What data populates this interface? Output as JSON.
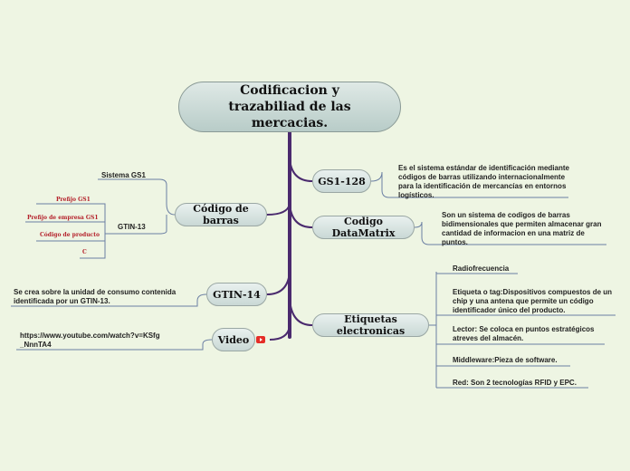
{
  "central": {
    "label": "Codificacion y trazabiliad de las mercacias."
  },
  "branches": {
    "gs1_128": "GS1-128",
    "codigo_barras": "Código de barras",
    "codigo_datamatrix": "Codigo DataMatrix",
    "gtin_14": "GTIN-14",
    "etiquetas": "Etiquetas electronicas",
    "video": "Video"
  },
  "notes": {
    "gs1_128": "Es el sistema estándar de identificación mediante códigos de barras utilizando internacionalmente para la identificación de mercancías en entornos logísticos.",
    "datamatrix": "Son un sistema de codigos de barras bidimensionales que permiten almacenar gran cantidad de informacion en una matriz de puntos.",
    "gtin_14": "Se crea sobre la unidad de consumo contenida identificada por un GTIN-13.",
    "video_url": "https://www.youtube.com/watch?v=KSfg_NnnTA4",
    "sistema_gs1": "Sistema GS1",
    "gtin_13": "GTIN-13",
    "prefijo_gs1": "Prefijo GS1",
    "prefijo_empresa": "Prefijo de empresa GS1",
    "codigo_producto": "Código de producto",
    "c": "C",
    "radiofrecuencia": "Radiofrecuencia",
    "etiqueta_tag": "Etiqueta o tag:Dispositivos compuestos de un chip y una antena que permite un código identificador único del producto.",
    "lector": "Lector: Se coloca en puntos estratégicos atreves del almacén.",
    "middleware": "Middleware:Pieza de software.",
    "red": "Red: Son 2 tecnologías RFID y EPC."
  },
  "colors": {
    "trunk": "#4a2a6e",
    "branch_line": "#4a2a6e",
    "leaf_line": "#6b7fa3",
    "red_text": "#b4202a"
  },
  "icons": {
    "video": "youtube-icon"
  }
}
